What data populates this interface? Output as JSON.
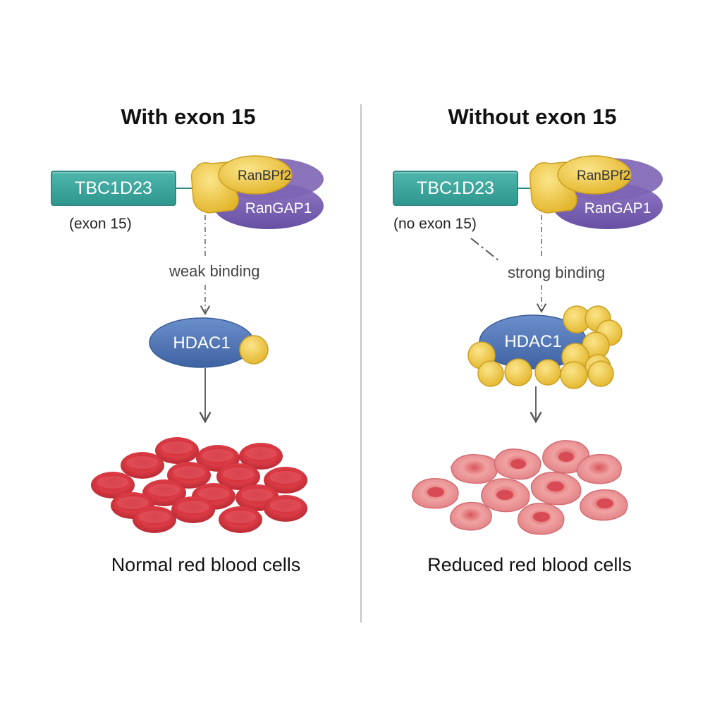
{
  "left_panel": {
    "title": "With exon 15",
    "tbc_label": "TBC1D23",
    "exon_note": "(exon 15)",
    "ranbp2_label": "RanBPf2",
    "rangap1_label": "RanGAP1",
    "binding_label": "weak binding",
    "hdac1_label": "HDAC1",
    "caption": "Normal red blood cells"
  },
  "right_panel": {
    "title": "Without exon 15",
    "tbc_label": "TBC1D23",
    "exon_note": "(no exon 15)",
    "ranbp2_label": "RanBPf2",
    "rangap1_label": "RanGAP1",
    "binding_label": "strong binding",
    "hdac1_label": "HDAC1",
    "caption": "Reduced red blood cells"
  },
  "colors": {
    "tbc_fill": "#3aa89f",
    "ranbp2_fill": "#f2cc45",
    "rangap1_fill": "#7d64b4",
    "hdac1_fill": "#4f74b3",
    "normal_rbc": "#d8353f",
    "reduced_rbc": "#e89090"
  }
}
